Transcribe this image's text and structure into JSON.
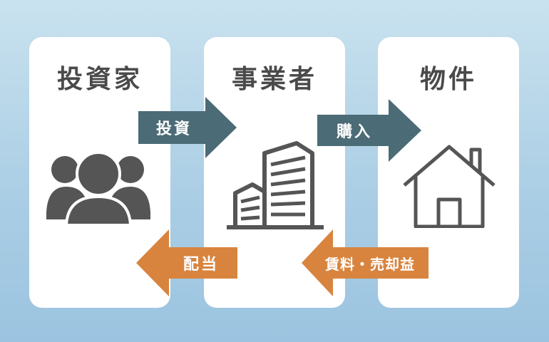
{
  "entities": {
    "investor": "投資家",
    "operator": "事業者",
    "property": "物件"
  },
  "flows": {
    "invest": "投資",
    "purchase": "購入",
    "dividend": "配当",
    "rent_sale": "賃料・売却益"
  },
  "icons": {
    "investor": "people-group-icon",
    "operator": "buildings-icon",
    "property": "house-icon"
  },
  "colors": {
    "card": "#ffffff",
    "title_text": "#4a4a4a",
    "icon": "#555555",
    "forward_arrow": "#4b6b76",
    "return_arrow": "#d8843e"
  }
}
